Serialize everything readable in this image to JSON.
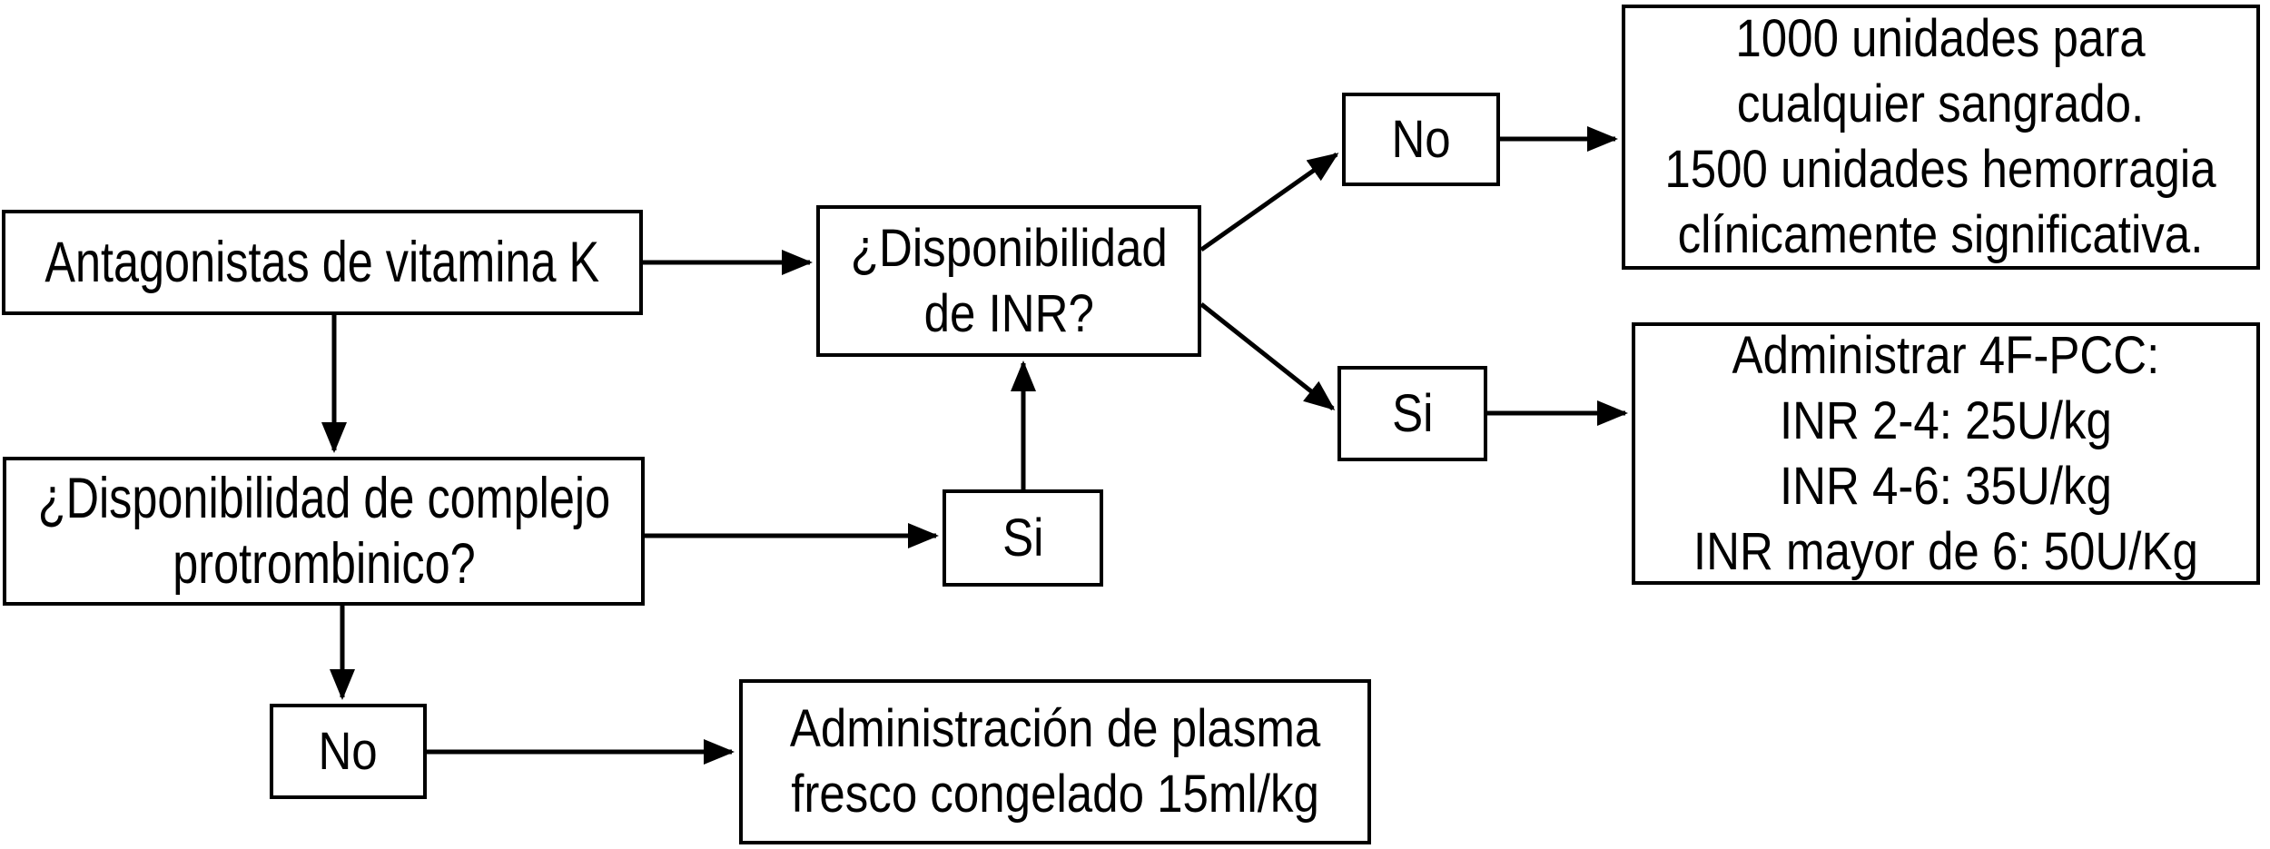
{
  "diagram": {
    "description": "Flowchart for reversal of vitamin K antagonists",
    "colors": {
      "line": "#000000",
      "background": "#ffffff",
      "box_fill": "#ffffff"
    },
    "nodes": {
      "vka": {
        "lines": [
          "Antagonistas de vitamina K"
        ]
      },
      "inr_q": {
        "lines": [
          "¿Disponibilidad",
          "de INR?"
        ]
      },
      "no_inr": {
        "lines": [
          "No"
        ]
      },
      "units": {
        "lines": [
          "1000 unidades para",
          "cualquier sangrado.",
          "1500 unidades hemorragia",
          "clínicamente significativa."
        ]
      },
      "si_inr": {
        "lines": [
          "Si"
        ]
      },
      "pcc_dose": {
        "lines": [
          "Administrar 4F-PCC:",
          "INR 2-4: 25U/kg",
          "INR 4-6: 35U/kg",
          "INR mayor de 6: 50U/Kg"
        ]
      },
      "pcc_q": {
        "lines": [
          "¿Disponibilidad de complejo",
          "protrombinico?"
        ]
      },
      "si_pcc": {
        "lines": [
          "Si"
        ]
      },
      "no_pcc": {
        "lines": [
          "No"
        ]
      },
      "plasma": {
        "lines": [
          "Administración de plasma",
          "fresco congelado 15ml/kg"
        ]
      }
    },
    "connections": [
      {
        "from": "vka",
        "to": "inr_q"
      },
      {
        "from": "vka",
        "to": "pcc_q"
      },
      {
        "from": "inr_q",
        "to": "no_inr"
      },
      {
        "from": "no_inr",
        "to": "units"
      },
      {
        "from": "inr_q",
        "to": "si_inr"
      },
      {
        "from": "si_inr",
        "to": "pcc_dose"
      },
      {
        "from": "pcc_q",
        "to": "si_pcc"
      },
      {
        "from": "si_pcc",
        "to": "inr_q"
      },
      {
        "from": "pcc_q",
        "to": "no_pcc"
      },
      {
        "from": "no_pcc",
        "to": "plasma"
      }
    ]
  }
}
